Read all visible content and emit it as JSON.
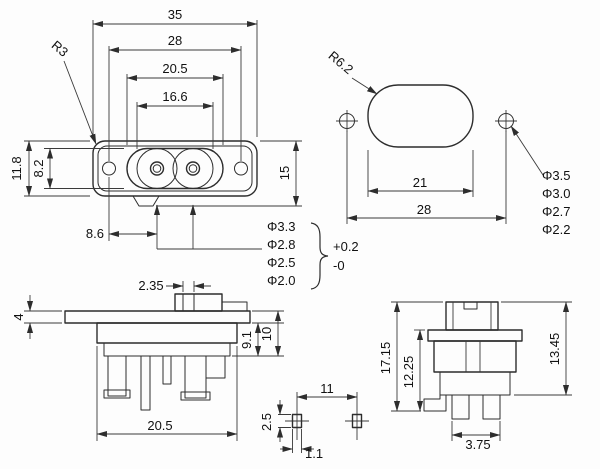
{
  "front_view": {
    "width_overall": "35",
    "width_holes": "28",
    "width_boss": "20.5",
    "width_opening": "16.6",
    "height_body": "11.8",
    "height_boss": "8.2",
    "height_overall": "15",
    "offset_pin": "8.6",
    "corner_radius": "R3"
  },
  "cutout_view": {
    "corner_radius": "R6.2",
    "width_opening": "21",
    "width_holes": "28",
    "hole_diameters": [
      "Φ3.5",
      "Φ3.0",
      "Φ2.7",
      "Φ2.2"
    ]
  },
  "pin_note": {
    "diameters": [
      "Φ3.3",
      "Φ2.8",
      "Φ2.5",
      "Φ2.0"
    ],
    "tolerance_upper": "+0.2",
    "tolerance_lower": "-0"
  },
  "side_view": {
    "slot_width": "2.35",
    "flange_thickness": "4",
    "depth_inner": "9.1",
    "depth_outer": "10",
    "width_body": "20.5"
  },
  "pin_detail": {
    "pin_spacing": "11",
    "pin_thickness": "2.5",
    "pin_width": "1.1"
  },
  "end_view": {
    "height_overall": "17.15",
    "height_body": "12.25",
    "height_right": "13.45",
    "offset_leg": "3.75"
  }
}
